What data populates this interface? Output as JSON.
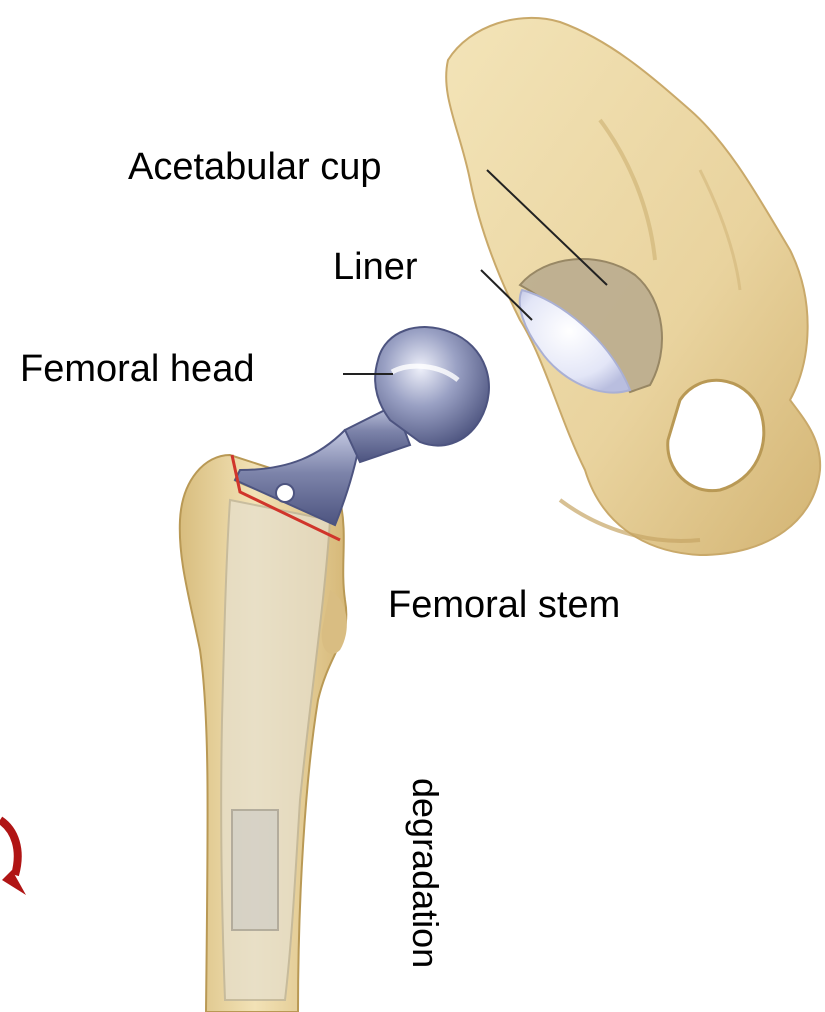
{
  "labels": {
    "acetabular_cup": "Acetabular cup",
    "liner": "Liner",
    "femoral_head": "Femoral head",
    "femoral_stem": "Femoral stem",
    "degradation": "degradation"
  },
  "colors": {
    "bone": "#ecd9a8",
    "bone_shadow": "#c9a96a",
    "bone_dark": "#a8884a",
    "metal": "#8c93b5",
    "metal_dark": "#5a6088",
    "liner": "#eceef9",
    "cut_line": "#d0352b",
    "arrow": "#b01515",
    "leader": "#222222"
  }
}
